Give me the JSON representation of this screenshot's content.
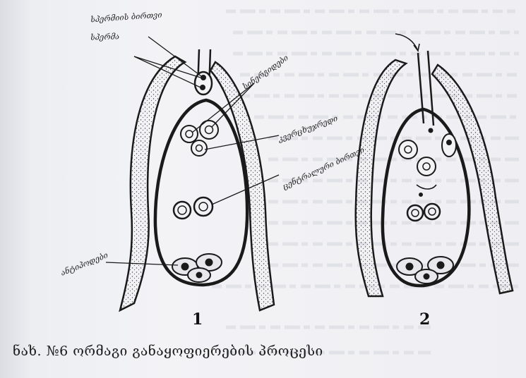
{
  "figure": {
    "caption": "ნახ. №6 ორმაგი განაყოფიერების პროცესი",
    "panel_labels": [
      "1",
      "2"
    ]
  },
  "annotations": {
    "label_top_1": "სპერმიის ბირთვი",
    "label_top_2": "სპერმა",
    "label_right_1": "სინერგიდები",
    "label_right_2": "კვერცხუჯრედი",
    "label_right_3": "ცენტრალური ბირთვი",
    "label_bottom_left": "ანტიპოდები"
  },
  "colors": {
    "ink": "#1a1a1a",
    "paper": "#f3f3f6"
  }
}
